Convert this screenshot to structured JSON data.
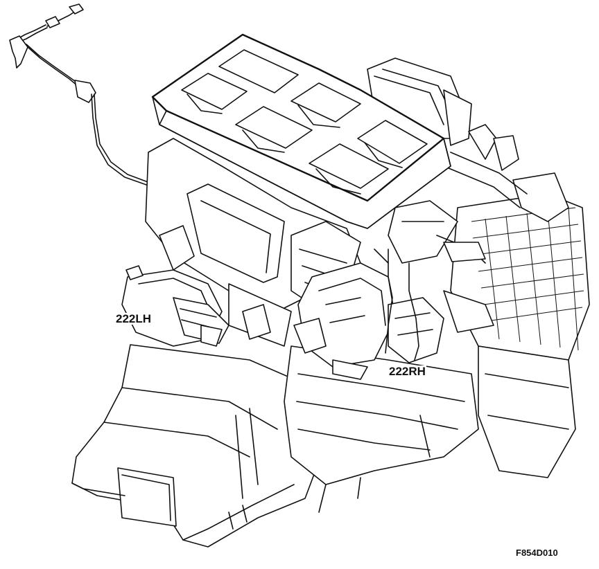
{
  "labels": {
    "left": "222LH",
    "right": "222RH"
  },
  "figure_ref": "F854D010"
}
